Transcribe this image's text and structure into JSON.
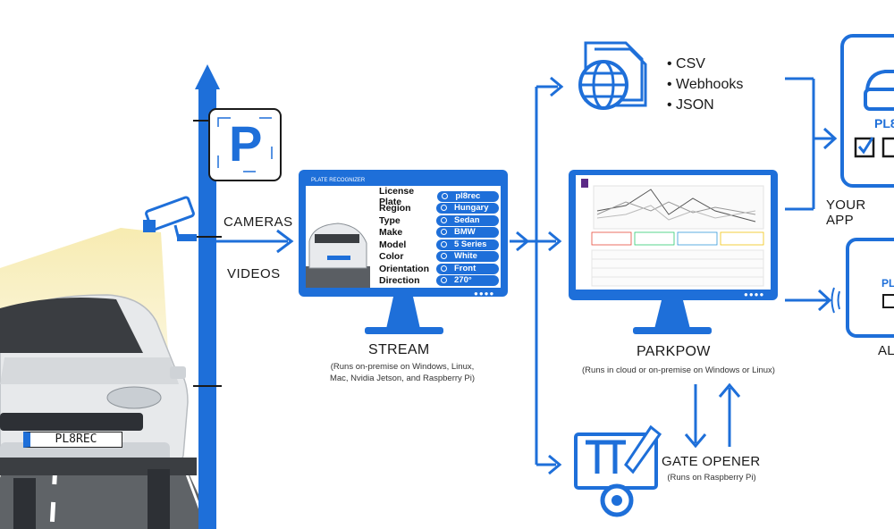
{
  "pole_labels": {
    "cameras": "CAMERAS",
    "videos": "VIDEOS"
  },
  "license_plate_text": "PL8REC",
  "stream": {
    "screen_header": "PLATE RECOGNIZER",
    "rows": [
      {
        "key": "License Plate",
        "value": "pl8rec"
      },
      {
        "key": "Region",
        "value": "Hungary"
      },
      {
        "key": "Type",
        "value": "Sedan"
      },
      {
        "key": "Make",
        "value": "BMW"
      },
      {
        "key": "Model",
        "value": "5 Series"
      },
      {
        "key": "Color",
        "value": "White"
      },
      {
        "key": "Orientation",
        "value": "Front"
      },
      {
        "key": "Direction",
        "value": "270°"
      }
    ],
    "title": "STREAM",
    "subtitle_line1": "(Runs on-premise on Windows, Linux,",
    "subtitle_line2": "Mac, Nvidia Jetson, and Raspberry Pi)"
  },
  "outputs": [
    "CSV",
    "Webhooks",
    "JSON"
  ],
  "parkpow": {
    "title": "PARKPOW",
    "subtitle": "(Runs in cloud or on-premise on Windows or Linux)"
  },
  "apps": {
    "title": "YOUR APP",
    "badge": "PL8"
  },
  "alerts": {
    "title": "AL",
    "badge": "PL"
  },
  "gate": {
    "title": "GATE OPENER",
    "subtitle": "(Runs on Raspberry Pi)"
  },
  "colors": {
    "blue": "#1e6fd9",
    "dark": "#1a1a1a"
  }
}
